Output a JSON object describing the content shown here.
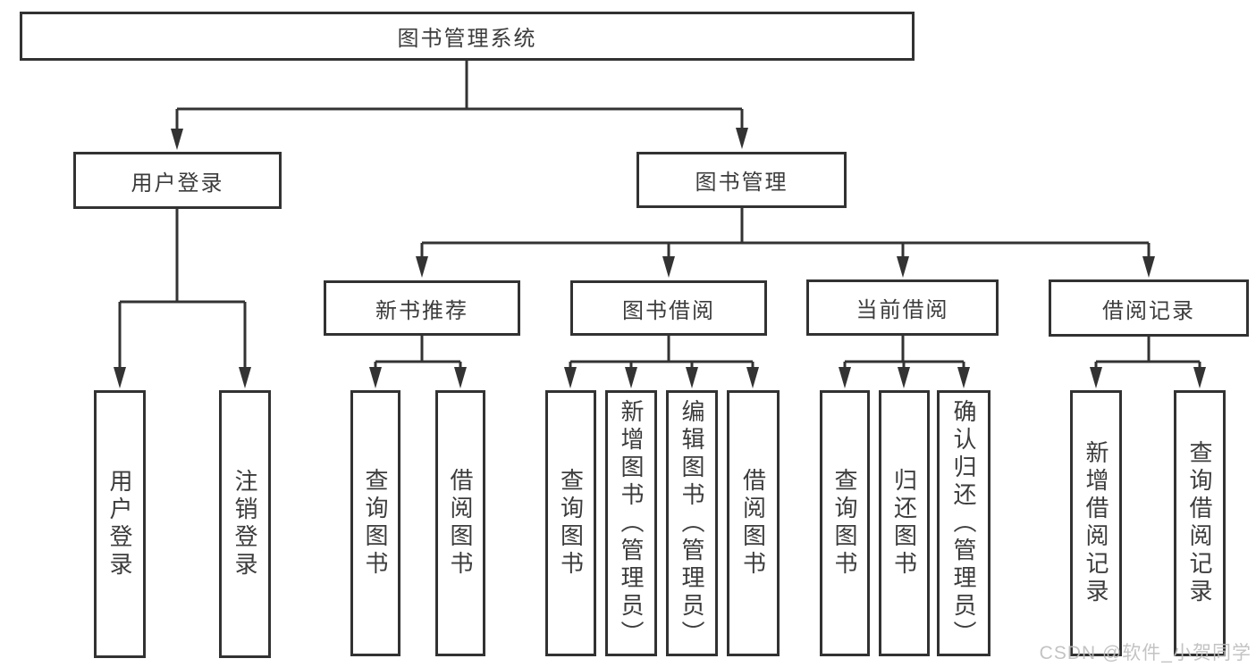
{
  "diagram": {
    "root": {
      "label": "图书管理系统"
    },
    "branches": [
      {
        "label": "用户登录",
        "children": [
          {
            "label": "用户登录"
          },
          {
            "label": "注销登录"
          }
        ]
      },
      {
        "label": "图书管理",
        "children": [
          {
            "label": "新书推荐",
            "children": [
              {
                "label": "查询图书"
              },
              {
                "label": "借阅图书"
              }
            ]
          },
          {
            "label": "图书借阅",
            "children": [
              {
                "label": "查询图书"
              },
              {
                "label": "新增图书（管理员）"
              },
              {
                "label": "编辑图书（管理员）"
              },
              {
                "label": "借阅图书"
              }
            ]
          },
          {
            "label": "当前借阅",
            "children": [
              {
                "label": "查询图书"
              },
              {
                "label": "归还图书"
              },
              {
                "label": "确认归还（管理员）"
              }
            ]
          },
          {
            "label": "借阅记录",
            "children": [
              {
                "label": "新增借阅记录"
              },
              {
                "label": "查询借阅记录"
              }
            ]
          }
        ]
      }
    ]
  },
  "watermark": {
    "text": "CSDN @软件_小贺同学"
  },
  "colors": {
    "line": "#333333",
    "text": "#3c3c3c",
    "watermark": "#bdbdbd",
    "background": "#ffffff"
  }
}
